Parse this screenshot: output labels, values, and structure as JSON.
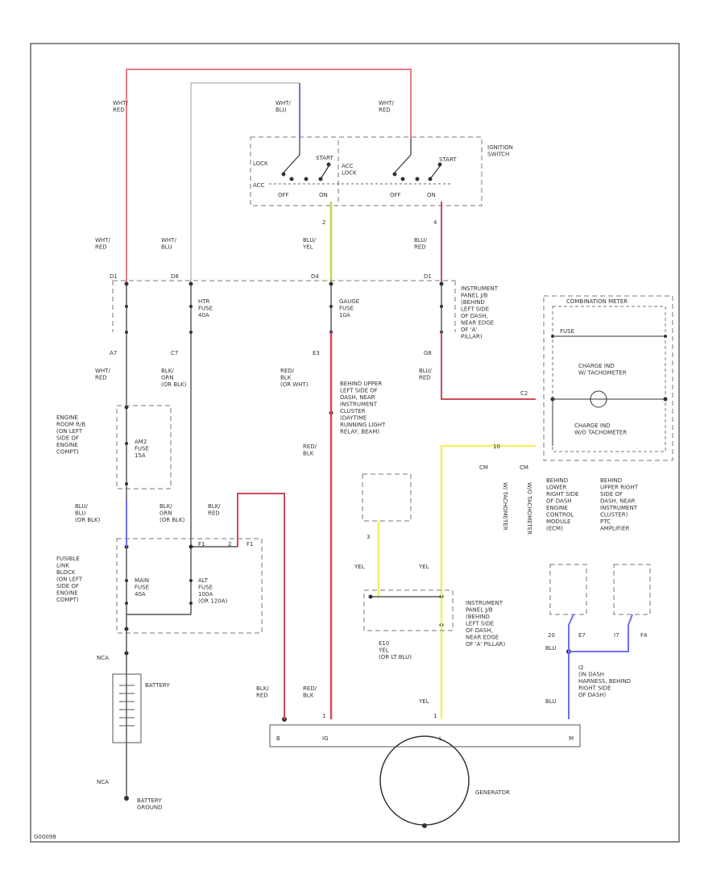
{
  "colors": {
    "red": "#e87a86",
    "red_dark": "#d24a5a",
    "blue": "#6f6ff0",
    "yellow": "#f1f06a",
    "yellowgreen": "#c7d450",
    "wire": "#555555",
    "dash": "#777777",
    "frame": "#666666"
  },
  "labels": {
    "wht_red_top_left": "WHT/\nRED",
    "wht_blu_top": "WHT/\nBLU",
    "wht_red_top": "WHT/\nRED",
    "ignition_switch": "IGNITION\nSWITCH",
    "lock_left": "LOCK",
    "acc_left": "ACC",
    "start_left": "START",
    "acc_lock": "ACC\nLOCK",
    "start_right": "START",
    "off1": "OFF",
    "on1": "ON",
    "off2": "OFF",
    "on2": "ON",
    "pin2": "2",
    "pin4": "4",
    "blu_yel": "BLU/\nYEL",
    "blu_red": "BLU/\nRED",
    "wht_red_mid": "WHT/\nRED",
    "wht_blu_mid": "WHT/\nBLU",
    "c_d1": "D1",
    "c_d2": "D8",
    "c_d3": "D4",
    "c_d4": "D1",
    "ip_jb_upper": "INSTRUMENT\nPANEL J/B\n(BEHIND\nLEFT SIDE\nOF DASH,\nNEAR EDGE\nOF 'A'\nPILLAR)",
    "htr_fuse": "HTR\nFUSE\n40A",
    "gauge_fuse": "GAUGE\nFUSE\n10A",
    "p47": "A7",
    "p57": "C7",
    "p53": "E3",
    "p58": "G8",
    "wht_red_low": "WHT/\nRED",
    "blk_grn": "BLK/\nGRN\n(OR BLK)",
    "red_blk_wht": "RED/\nBLK\n(OR WHT)",
    "blu_red_low": "BLU/\nRED",
    "behind_upper_left": "BEHIND UPPER\nLEFT SIDE OF\nDASH, NEAR\nINSTRUMENT\nCLUSTER\n(DAYTIME\nRUNNING LIGHT\nRELAY, BEAM)",
    "combination_meter": "COMBINATION METER",
    "fuse_text": "FUSE",
    "charge_ind1": "CHARGE IND\nW/ TACHOMETER",
    "charge_ind2": "CHARGE IND\nW/O TACHOMETER",
    "c_right1": "C2",
    "engine_room_rb": "ENGINE\nROOM R/B\n(ON LEFT\nSIDE OF\nENGINE\nCOMPT)",
    "am2_fuse": "AM2\nFUSE\n15A",
    "red_blk_mid": "RED/\nBLK",
    "blu_blu": "BLU/\nBLU\n(OR BLK)",
    "blk_grn2": "BLK/\nGRN\n(OR BLK)",
    "blk_red_mid": "BLK/\nRED",
    "fusible_link": "FUSIBLE\nLINK\nBLOCK\n(ON LEFT\nSIDE OF\nENGINE\nCOMPT)",
    "main_fuse": "MAIN\nFUSE\n40A",
    "alt_fuse": "ALT\nFUSE\n100A\n(OR 120A)",
    "pin_f1": "F1",
    "pin_f2": "F1",
    "pin_2": "2",
    "cm": "CM",
    "cm2": "CM",
    "w_tach": "W/ TACHOMETER",
    "wo_tach": "W/O TACHOMETER",
    "behind_lower_right": "BEHIND\nLOWER\nRIGHT SIDE\nOF DASH\nENGINE\nCONTROL\nMODULE\n(ECM)",
    "behind_upper_right": "BEHIND\nUPPER RIGHT\nSIDE OF\nDASH, NEAR\nINSTRUMENT\nCLUSTER)\nPTC\nAMPLIFIER",
    "yel1": "YEL",
    "yel2": "YEL",
    "pin3": "3",
    "ip_jb_lower": "INSTRUMENT\nPANEL J/B\n(BEHIND\nLEFT SIDE\nOF DASH,\nNEAR EDGE\nOF 'A' PILLAR)",
    "c_e10": "E10\nYEL\n(OR LT BLU)",
    "pin_20": "20",
    "pin_e7": "E7",
    "pin_i7": "I7",
    "pin_f4": "F4",
    "blu_a": "BLU",
    "blu_b": "BLU",
    "i2_harness": "I2\n(IN DASH\nHARNESS, BEHIND\nRIGHT SIDE\nOF DASH)",
    "nca1": "NCA",
    "battery": "BATTERY",
    "nca2": "NCA",
    "battery_ground": "BATTERY\nGROUND",
    "blk_red_low": "BLK/\nRED",
    "red_blk_low": "RED/\nBLK",
    "yel3": "YEL",
    "gen_b": "B",
    "gen_ig": "IG",
    "gen_l": "L",
    "gen_m": "M",
    "generator": "GENERATOR",
    "footer_id": "G00098",
    "p1": "1",
    "p2": "1",
    "pin_q": "10"
  }
}
